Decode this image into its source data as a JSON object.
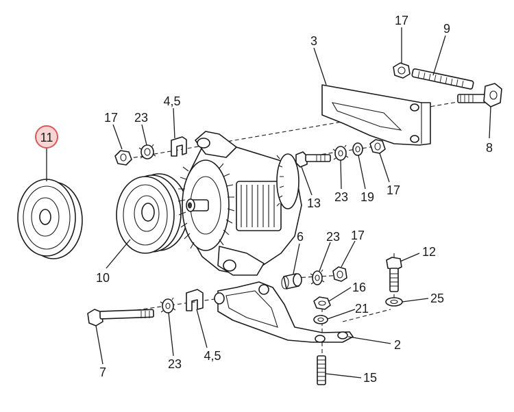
{
  "callouts": {
    "c11": "11",
    "c10": "10",
    "c17a": "17",
    "c23a": "23",
    "c45a": "4,5",
    "c3": "3",
    "c17b": "17",
    "c9": "9",
    "c8": "8",
    "c13": "13",
    "c23b": "23",
    "c19": "19",
    "c17c": "17",
    "c6": "6",
    "c23c": "23",
    "c17d": "17",
    "c12": "12",
    "c16": "16",
    "c21": "21",
    "c25": "25",
    "c2": "2",
    "c7": "7",
    "c23d": "23",
    "c45b": "4,5",
    "c15": "15"
  },
  "colors": {
    "line": "#1a1a1a",
    "highlight_fill": "#f8d4d4",
    "highlight_stroke": "#d65a5a"
  }
}
